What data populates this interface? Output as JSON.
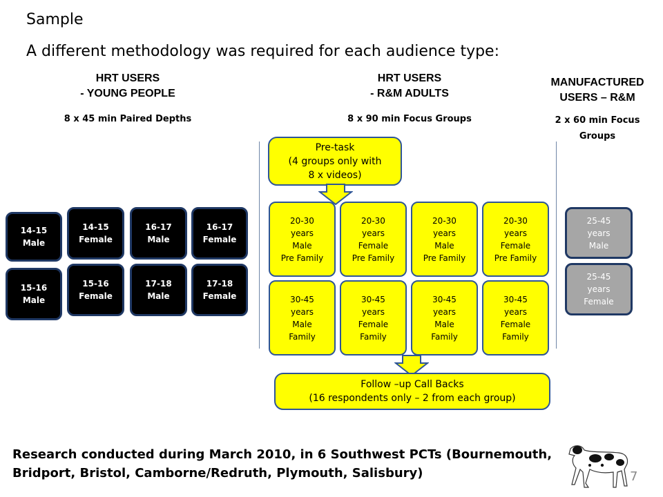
{
  "header": {
    "sample": "Sample",
    "subtitle": "A different methodology was required for each audience type:"
  },
  "columns": [
    {
      "title": "HRT USERS\n- YOUNG PEOPLE",
      "format": "8 x 45 min Paired Depths"
    },
    {
      "title": "HRT USERS\n- R&M ADULTS",
      "format": "8 x 90 min Focus Groups"
    },
    {
      "title": "MANUFACTURED\nUSERS – R&M",
      "format": "2 x 60 min Focus\nGroups"
    }
  ],
  "young_people": [
    {
      "label": "14-15\nMale"
    },
    {
      "label": "15-16\nMale"
    },
    {
      "label": "14-15\nFemale"
    },
    {
      "label": "15-16\nFemale"
    },
    {
      "label": "16-17\nMale"
    },
    {
      "label": "17-18\nMale"
    },
    {
      "label": "16-17\nFemale"
    },
    {
      "label": "17-18\nFemale"
    }
  ],
  "adults": {
    "pretask": "Pre-task\n(4 groups only with\n8 x videos)",
    "groups_row1": [
      {
        "label": "20-30\nyears\nMale\nPre Family"
      },
      {
        "label": "20-30\nyears\nFemale\nPre Family"
      },
      {
        "label": "20-30\nyears\nMale\nPre Family"
      },
      {
        "label": "20-30\nyears\nFemale\nPre Family"
      }
    ],
    "groups_row2": [
      {
        "label": "30-45\nyears\nMale\nFamily"
      },
      {
        "label": "30-45\nyears\nFemale\nFamily"
      },
      {
        "label": "30-45\nyears\nMale\nFamily"
      },
      {
        "label": "30-45\nyears\nFemale\nFamily"
      }
    ],
    "followup": "Follow –up Call Backs\n(16 respondents only – 2 from each group)"
  },
  "manufactured": [
    {
      "label": "25-45\nyears\nMale"
    },
    {
      "label": "25-45\nyears\nFemale"
    }
  ],
  "footer": {
    "line1": "Research conducted during March 2010, in 6 Southwest PCTs (Bournemouth,",
    "line2": "Bridport, Bristol,  Camborne/Redruth, Plymouth, Salisbury)"
  },
  "page_number": "7",
  "colors": {
    "black_box": "#000000",
    "yellow_box": "#ffff00",
    "gray_box": "#a6a6a6",
    "border": "#1f3864"
  }
}
